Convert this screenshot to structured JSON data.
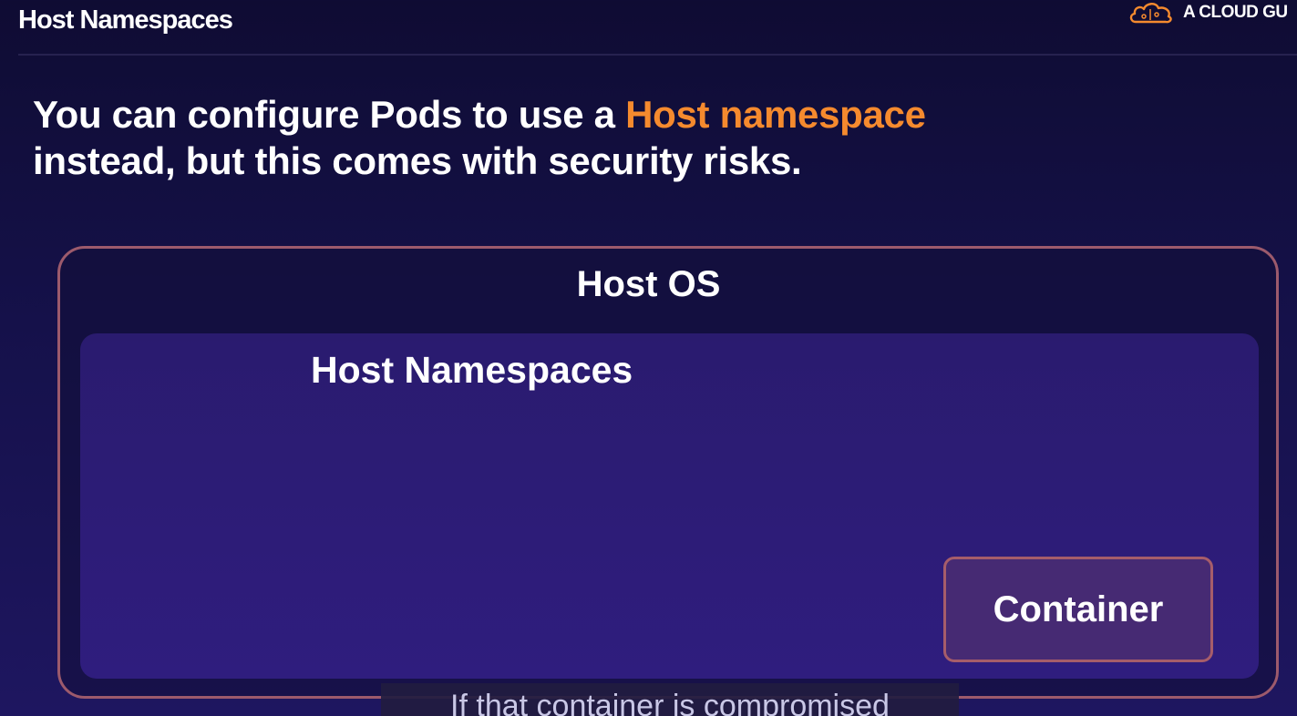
{
  "header": {
    "title": "Host Namespaces",
    "brand_name": "A CLOUD GU",
    "brand_icon": "cloud-logo-icon"
  },
  "headline": {
    "line1_prefix": "You can configure Pods to use a ",
    "line1_accent": "Host namespace",
    "line2": "instead, but this comes with security risks."
  },
  "diagram": {
    "outer_label": "Host OS",
    "inner_label": "Host Namespaces",
    "container_label": "Container"
  },
  "caption": {
    "text": "If that container is compromised"
  },
  "colors": {
    "accent": "#f58a2e",
    "outline": "#9c5a6c",
    "panel": "#2f1d7e",
    "container": "#462a73"
  }
}
